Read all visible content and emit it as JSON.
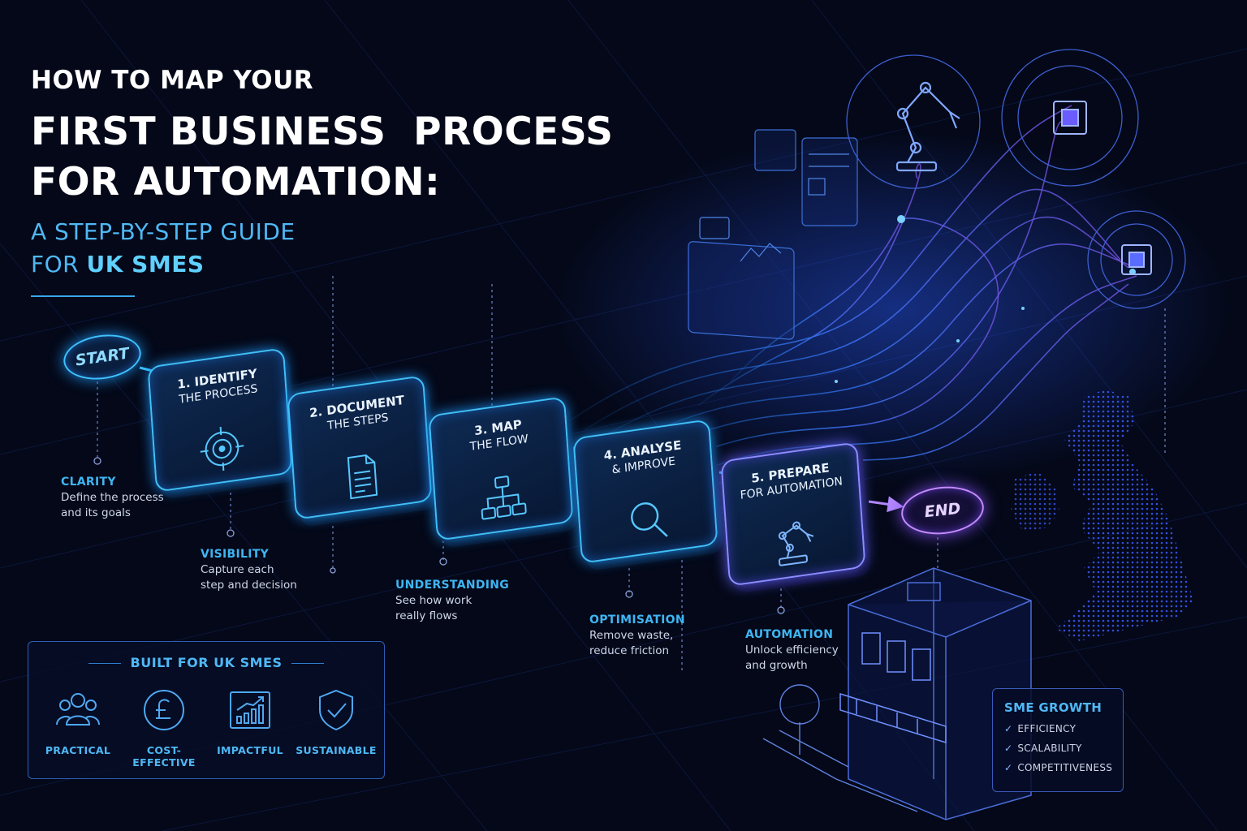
{
  "title": {
    "line1": "HOW TO MAP YOUR",
    "line2": "FIRST BUSINESS  PROCESS",
    "line3": "FOR AUTOMATION:",
    "sub1": "A STEP-BY-STEP GUIDE",
    "sub2_prefix": "FOR ",
    "sub2_highlight": "UK SMES"
  },
  "flow": {
    "start_label": "START",
    "end_label": "END",
    "steps": [
      {
        "line1": "1. IDENTIFY",
        "line2": "THE PROCESS",
        "icon": "target-icon"
      },
      {
        "line1": "2. DOCUMENT",
        "line2": "THE STEPS",
        "icon": "document-icon"
      },
      {
        "line1": "3. MAP",
        "line2": "THE FLOW",
        "icon": "flowchart-icon"
      },
      {
        "line1": "4. ANALYSE",
        "line2": "& IMPROVE",
        "icon": "magnifier-icon"
      },
      {
        "line1": "5. PREPARE",
        "line2": "FOR AUTOMATION",
        "icon": "robot-arm-icon"
      }
    ]
  },
  "benefits": [
    {
      "title": "CLARITY",
      "desc1": "Define the process",
      "desc2": "and its goals"
    },
    {
      "title": "VISIBILITY",
      "desc1": "Capture each",
      "desc2": "step and decision"
    },
    {
      "title": "UNDERSTANDING",
      "desc1": "See how work",
      "desc2": "really flows"
    },
    {
      "title": "OPTIMISATION",
      "desc1": "Remove waste,",
      "desc2": "reduce friction"
    },
    {
      "title": "AUTOMATION",
      "desc1": "Unlock efficiency",
      "desc2": "and growth"
    }
  ],
  "built": {
    "title": "BUILT FOR UK SMES",
    "items": [
      {
        "label": "PRACTICAL",
        "icon": "people-icon"
      },
      {
        "label": "COST-EFFECTIVE",
        "icon": "pound-icon"
      },
      {
        "label": "IMPACTFUL",
        "icon": "growth-chart-icon"
      },
      {
        "label": "SUSTAINABLE",
        "icon": "shield-check-icon"
      }
    ]
  },
  "growth": {
    "title": "SME GROWTH",
    "items": [
      "EFFICIENCY",
      "SCALABILITY",
      "COMPETITIVENESS"
    ]
  },
  "colors": {
    "background": "#040818",
    "accent_cyan": "#3fb5f2",
    "accent_violet": "#8b5cf6"
  }
}
